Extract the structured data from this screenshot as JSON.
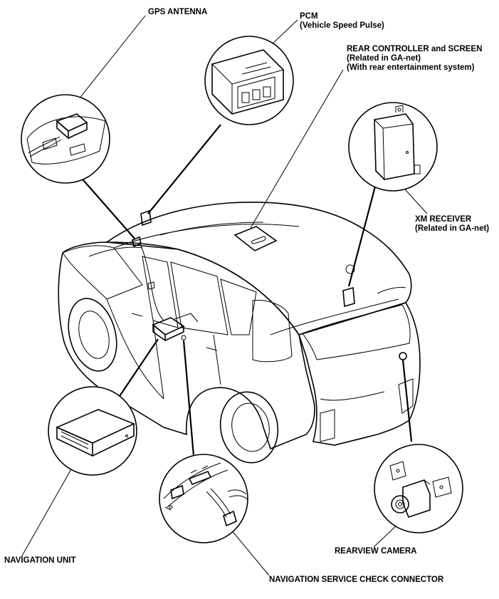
{
  "labels": {
    "gps_antenna": "GPS ANTENNA",
    "pcm_title": "PCM",
    "pcm_sub": "(Vehicle Speed Pulse)",
    "rear_controller_title": "REAR CONTROLLER and SCREEN",
    "rear_controller_sub1": "(Related in GA-net)",
    "rear_controller_sub2": "(With rear entertainment system)",
    "xm_receiver_title": "XM RECEIVER",
    "xm_receiver_sub": "(Related in GA-net)",
    "navigation_unit": "NAVIGATION UNIT",
    "rearview_camera": "REARVIEW CAMERA",
    "nav_service_connector": "NAVIGATION SERVICE CHECK CONNECTOR"
  }
}
